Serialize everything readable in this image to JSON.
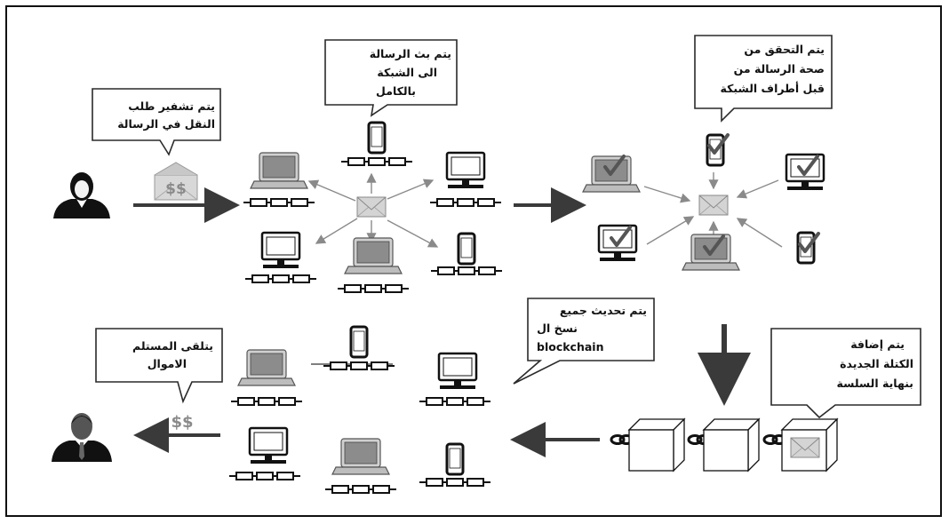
{
  "callouts": {
    "encrypt": [
      "يتم تشفير طلب",
      "النقل في الرسالة"
    ],
    "broadcast": [
      "يتم بث الرسالة",
      "الى الشبكة",
      "بالكامل"
    ],
    "verify": [
      "يتم التحقق من",
      "صحة الرسالة من",
      "قبل أطراف الشبكة"
    ],
    "add_block": [
      "يتم إضافة",
      "الكتلة الجديدة",
      "بنهاية السلسة"
    ],
    "update": [
      "يتم تحديث جميع",
      "نسخ ال",
      "blockchain"
    ],
    "receive": [
      "يتلقى المستلم",
      "الاموال"
    ]
  },
  "money_labels": {
    "envelope": "$$",
    "transfer": "$$"
  },
  "icons": {
    "sender": "person-female-icon",
    "receiver": "person-male-icon",
    "message": "envelope-icon",
    "verified": "checkmark-icon",
    "chain": "chain-link-icon",
    "block": "block-cube-icon"
  },
  "colors": {
    "ink": "#111111",
    "device_gray": "#6e6e6e",
    "arrow_light": "#9a9a9a",
    "arrow_dark": "#4a4a4a",
    "screen_blue": "#1a3a8a"
  }
}
